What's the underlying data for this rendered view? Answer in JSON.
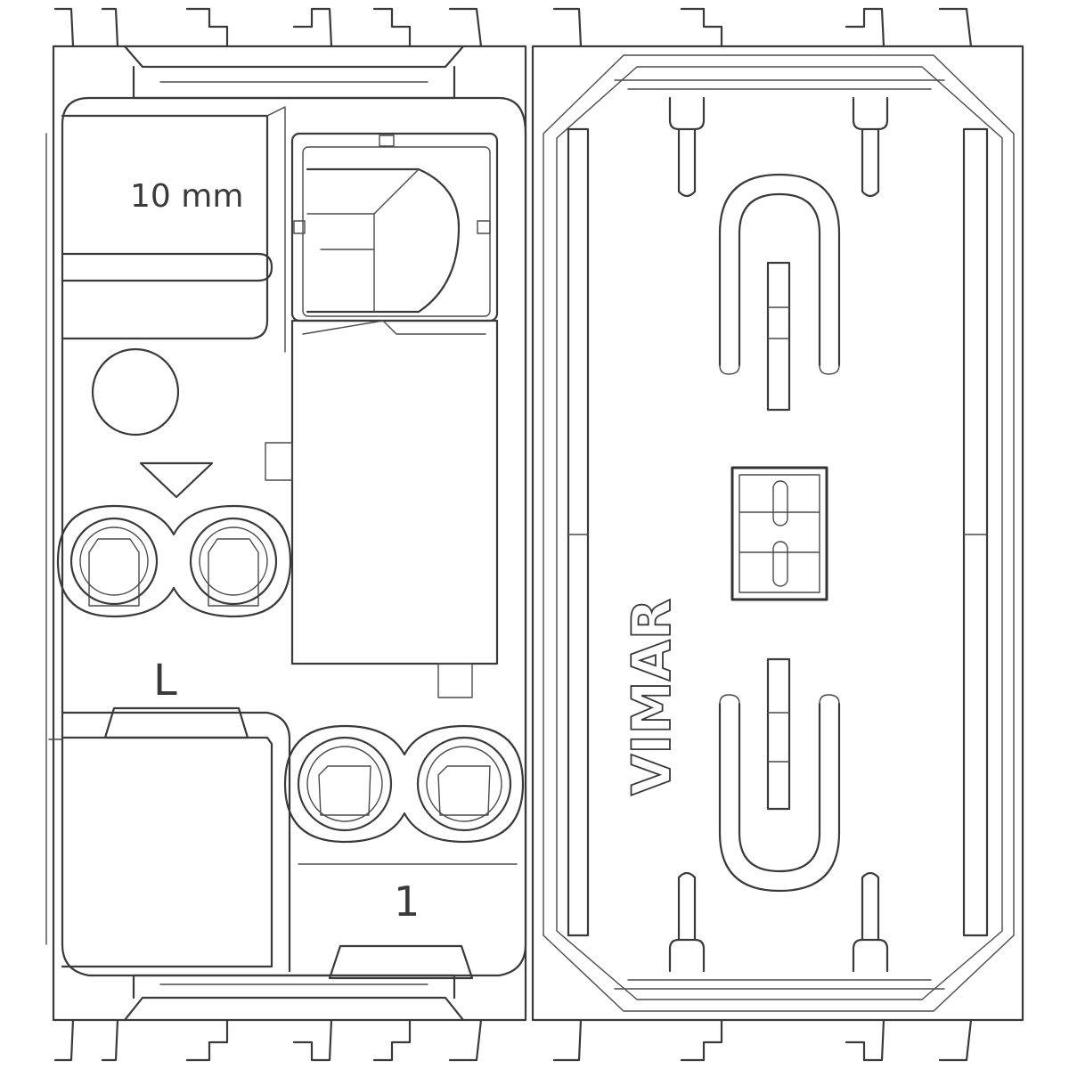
{
  "diagram": {
    "labels": {
      "strip_length": "10 mm",
      "terminal_l": "L",
      "terminal_1": "1"
    },
    "brand": "VIMAR"
  }
}
